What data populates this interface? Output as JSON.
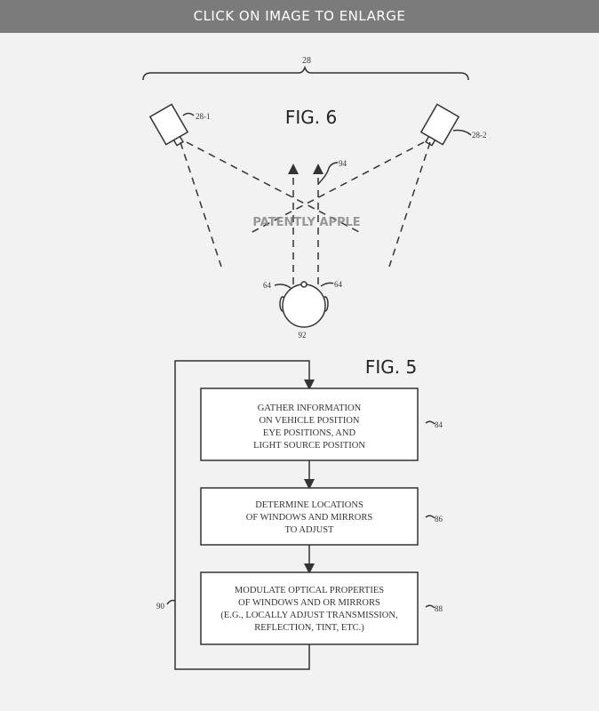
{
  "header": {
    "enlarge_label": "CLICK ON IMAGE TO ENLARGE"
  },
  "fig6": {
    "title": "FIG. 6",
    "label_array": "28",
    "label_cam1": "28-1",
    "label_cam2": "28-2",
    "label_gaze": "94",
    "label_eye_left": "64",
    "label_eye_right": "64",
    "label_head": "92",
    "watermark": "PATENTLY APPLE"
  },
  "fig5": {
    "title": "FIG. 5",
    "loop_label": "90",
    "steps": [
      {
        "ref": "84",
        "lines": [
          "GATHER INFORMATION",
          "ON VEHICLE POSITION",
          "EYE POSITIONS, AND",
          "LIGHT SOURCE POSITION"
        ]
      },
      {
        "ref": "86",
        "lines": [
          "DETERMINE LOCATIONS",
          "OF WINDOWS AND MIRRORS",
          "TO ADJUST"
        ]
      },
      {
        "ref": "88",
        "lines": [
          "MODULATE OPTICAL PROPERTIES",
          "OF WINDOWS AND OR MIRRORS",
          "(E.G., LOCALLY ADJUST TRANSMISSION,",
          "REFLECTION, TINT, ETC.)"
        ]
      }
    ]
  }
}
